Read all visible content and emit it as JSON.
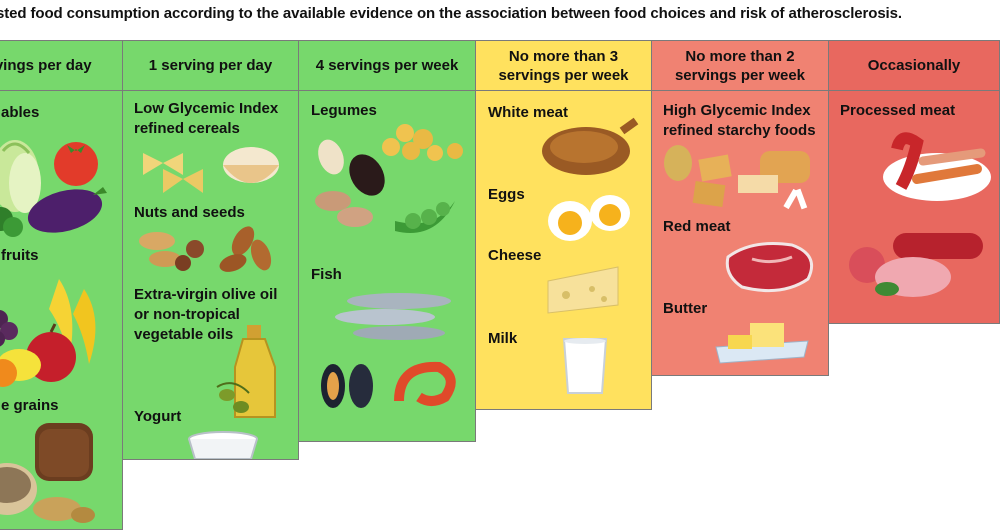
{
  "caption": "sted food consumption according to the available evidence on the association between food choices and risk of atherosclerosis.",
  "columns": [
    {
      "header": "rvings per day",
      "items": [
        "ables",
        "fruits",
        "e grains"
      ],
      "color": "#77d86c"
    },
    {
      "header": "1 serving per day",
      "items": [
        "Low Glycemic Index",
        "refined cereals",
        "Nuts and seeds",
        "Extra-virgin olive oil",
        "or non-tropical",
        "vegetable oils",
        "Yogurt"
      ],
      "color": "#77d86c"
    },
    {
      "header": "4 servings per week",
      "items": [
        "Legumes",
        "Fish"
      ],
      "color": "#77d86c"
    },
    {
      "header_line1": "No more than 3",
      "header_line2": "servings per week",
      "items": [
        "White meat",
        "Eggs",
        "Cheese",
        "Milk"
      ],
      "color": "#ffe15e"
    },
    {
      "header_line1": "No more than 2",
      "header_line2": "servings per week",
      "items": [
        "High Glycemic Index",
        "refined starchy foods",
        "Red meat",
        "Butter"
      ],
      "color": "#f08272"
    },
    {
      "header": "Occasionally",
      "items": [
        "Processed meat"
      ],
      "color": "#e8685f"
    }
  ],
  "icons": [
    "lettuce-icon",
    "tomato-icon",
    "eggplant-icon",
    "broccoli-icon",
    "grapes-icon",
    "banana-icon",
    "apple-icon",
    "lemon-icon",
    "orange-icon",
    "wild-rice-bowl-icon",
    "wholegrain-bread-icon",
    "oats-icon",
    "farfalle-pasta-icon",
    "rice-bowl-icon",
    "peanuts-icon",
    "hazelnuts-icon",
    "almonds-icon",
    "olive-oil-bottle-icon",
    "olives-icon",
    "yogurt-cup-icon",
    "beans-icon",
    "chickpeas-icon",
    "peas-pod-icon",
    "sardines-icon",
    "mussels-icon",
    "shrimp-icon",
    "roast-chicken-icon",
    "boiled-eggs-icon",
    "cheese-wedge-icon",
    "milk-glass-icon",
    "potato-icon",
    "crackers-icon",
    "bread-loaf-icon",
    "chips-icon",
    "red-steak-icon",
    "butter-dish-icon",
    "sausages-plate-icon",
    "salami-icon"
  ]
}
